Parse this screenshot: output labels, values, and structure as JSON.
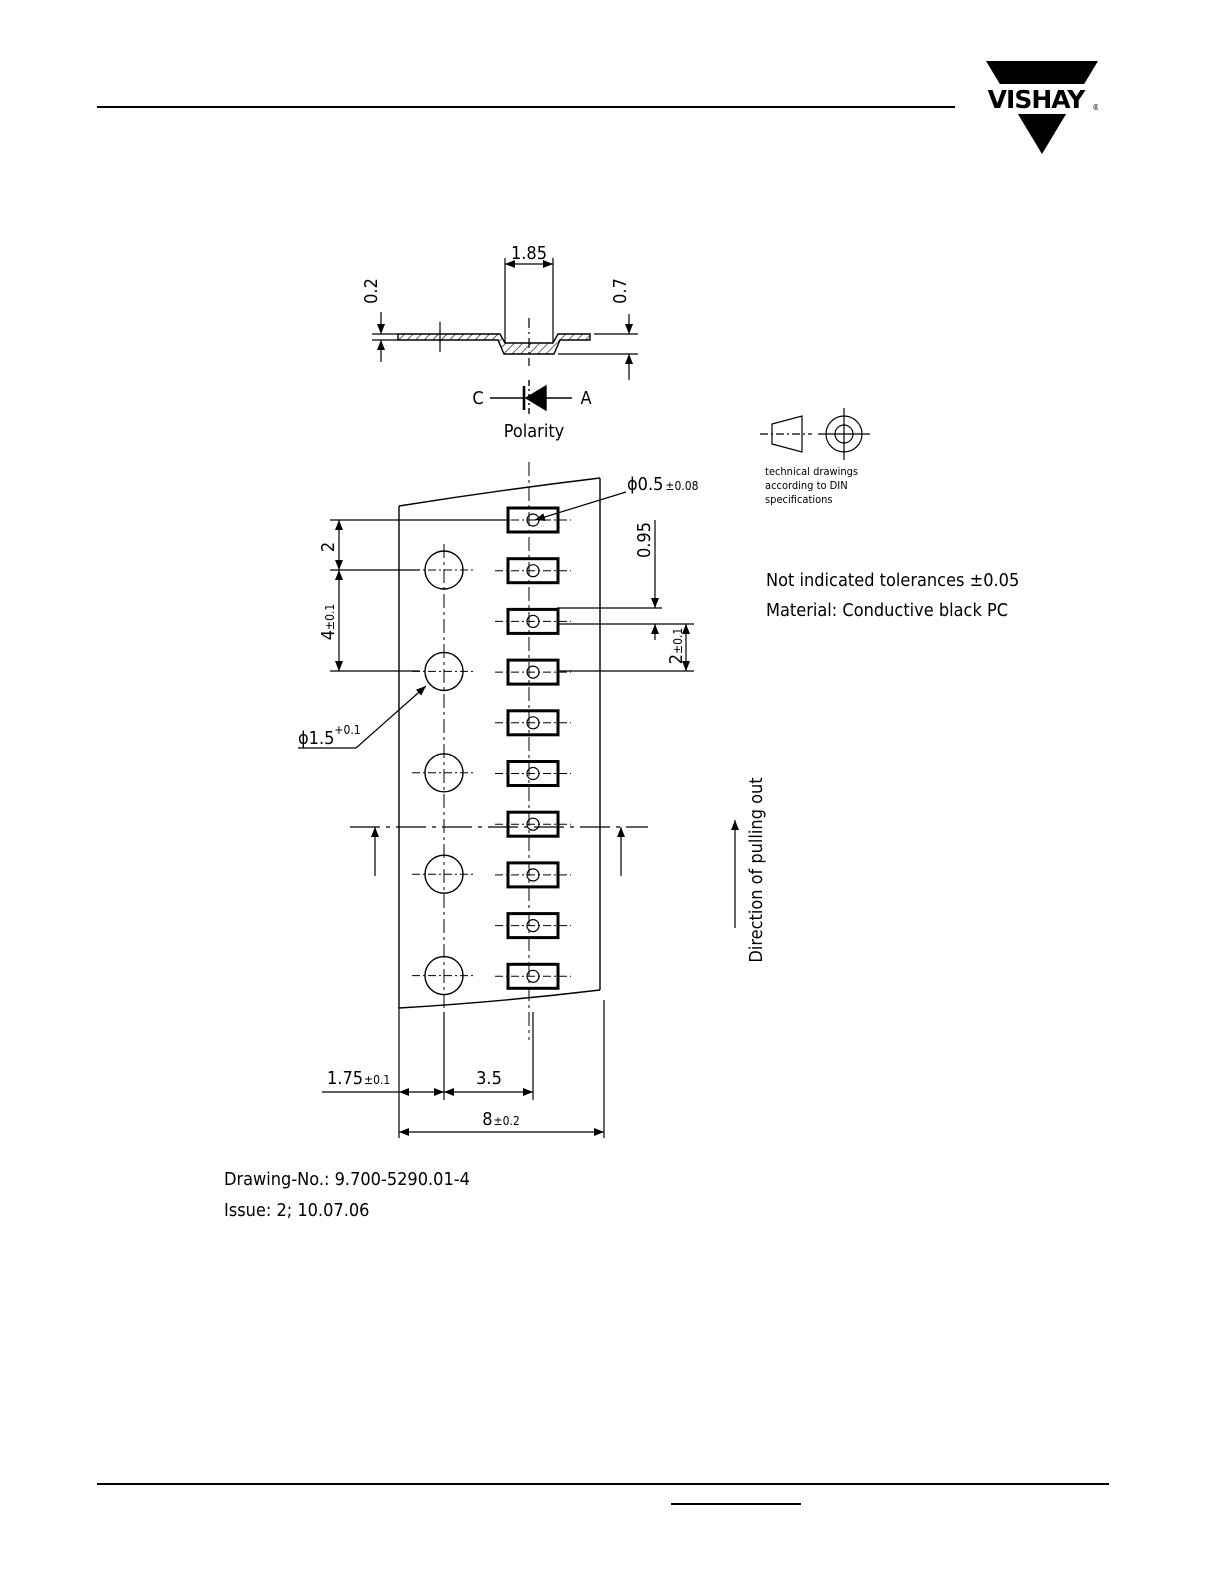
{
  "header": {
    "logo_text": "VISHAY"
  },
  "drawing": {
    "dimensions": {
      "top_width": "1.85",
      "top_thickness": "0.2",
      "pocket_depth": "0.7",
      "hole_diameter_sym": "ϕ0.5",
      "hole_diameter_tol": "±0.08",
      "sprocket_offset": "2",
      "sprocket_pitch": "4",
      "sprocket_pitch_tol": "±0.1",
      "pocket_gap": "0.95",
      "pocket_pitch": "2",
      "pocket_pitch_tol": "±0.1",
      "sprocket_diameter_sym": "ϕ1.5",
      "sprocket_diameter_tol": "+0.1",
      "edge_distance": "1.75",
      "edge_distance_tol": "±0.1",
      "center_distance": "3.5",
      "tape_width": "8",
      "tape_width_tol": "±0.2"
    },
    "polarity": {
      "cathode": "C",
      "anode": "A",
      "label": "Polarity"
    },
    "din_note": [
      "technical drawings",
      "according to DIN",
      "specifications"
    ],
    "notes": [
      "Not indicated tolerances ±0.05",
      "Material: Conductive black PC"
    ],
    "direction_label": "Direction of pulling out",
    "drawing_no": "Drawing-No.: 9.700-5290.01-4",
    "issue": "Issue: 2;  10.07.06"
  }
}
